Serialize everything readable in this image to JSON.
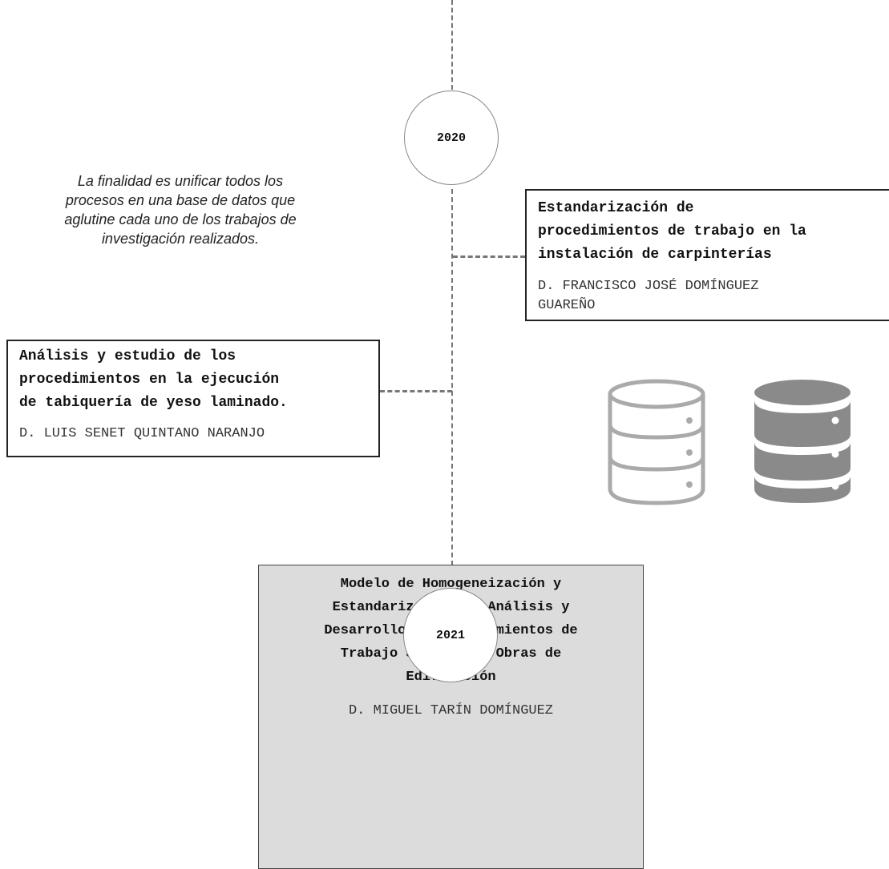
{
  "timeline": {
    "year_top": "2020",
    "year_bottom": "2021"
  },
  "note": {
    "line1": "La finalidad es unificar  todos los",
    "line2": "procesos en una base de datos que",
    "line3": "aglutine cada uno de los trabajos de",
    "line4": "investigación realizados."
  },
  "card_right": {
    "title_line1": "Estandarización de",
    "title_line2": "procedimientos de trabajo en la",
    "title_line3": "instalación de carpinterías",
    "author_line1": "D. FRANCISCO JOSÉ DOMÍNGUEZ",
    "author_line2": "GUAREÑO"
  },
  "card_left": {
    "title_line1": "Análisis y estudio de los",
    "title_line2": "procedimientos en la ejecución",
    "title_line3": "de tabiquería de yeso laminado.",
    "author": "D. LUIS SENET QUINTANO NARANJO"
  },
  "card_main": {
    "title_line1": "Modelo de Homogeneización y",
    "title_line2": "Estandarización de Análisis y",
    "title_line3": "Desarrollo de Procedimientos de",
    "title_line4": "Trabajo Seguros en Obras de",
    "title_line5": "Edificación",
    "author": "D. MIGUEL TARÍN DOMÍNGUEZ"
  },
  "icons": {
    "outline_database": "database-outline-icon",
    "filled_database": "database-filled-icon"
  },
  "colors": {
    "line": "#777777",
    "main_card_bg": "#dcdcdc",
    "icon_outline": "#aaaaaa",
    "icon_filled": "#8a8a8a"
  }
}
